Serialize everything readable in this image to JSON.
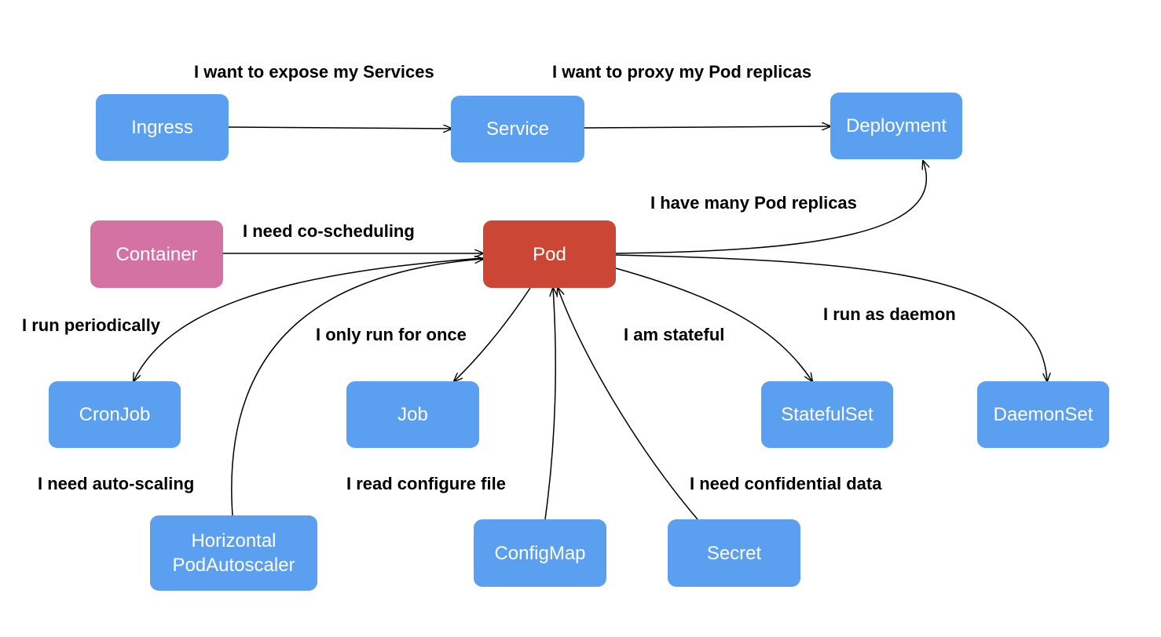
{
  "nodes": {
    "ingress": "Ingress",
    "service": "Service",
    "deployment": "Deployment",
    "container": "Container",
    "pod": "Pod",
    "cronjob": "CronJob",
    "job": "Job",
    "statefulset": "StatefulSet",
    "daemonset": "DaemonSet",
    "hpa": "Horizontal\nPodAutoscaler",
    "configmap": "ConfigMap",
    "secret": "Secret"
  },
  "labels": {
    "expose_services": "I want to expose my Services",
    "proxy_replicas": "I want to proxy my Pod replicas",
    "many_replicas": "I have many Pod replicas",
    "co_scheduling": "I need co-scheduling",
    "run_periodically": "I run periodically",
    "run_once": "I only run for once",
    "stateful": "I am stateful",
    "daemon": "I run as daemon",
    "auto_scaling": "I need auto-scaling",
    "configure_file": "I read configure file",
    "confidential": "I need confidential data"
  },
  "colors": {
    "resource_node": "#5b9ff0",
    "container_node": "#d472a4",
    "pod_node": "#cb4634",
    "edge": "#000000"
  }
}
